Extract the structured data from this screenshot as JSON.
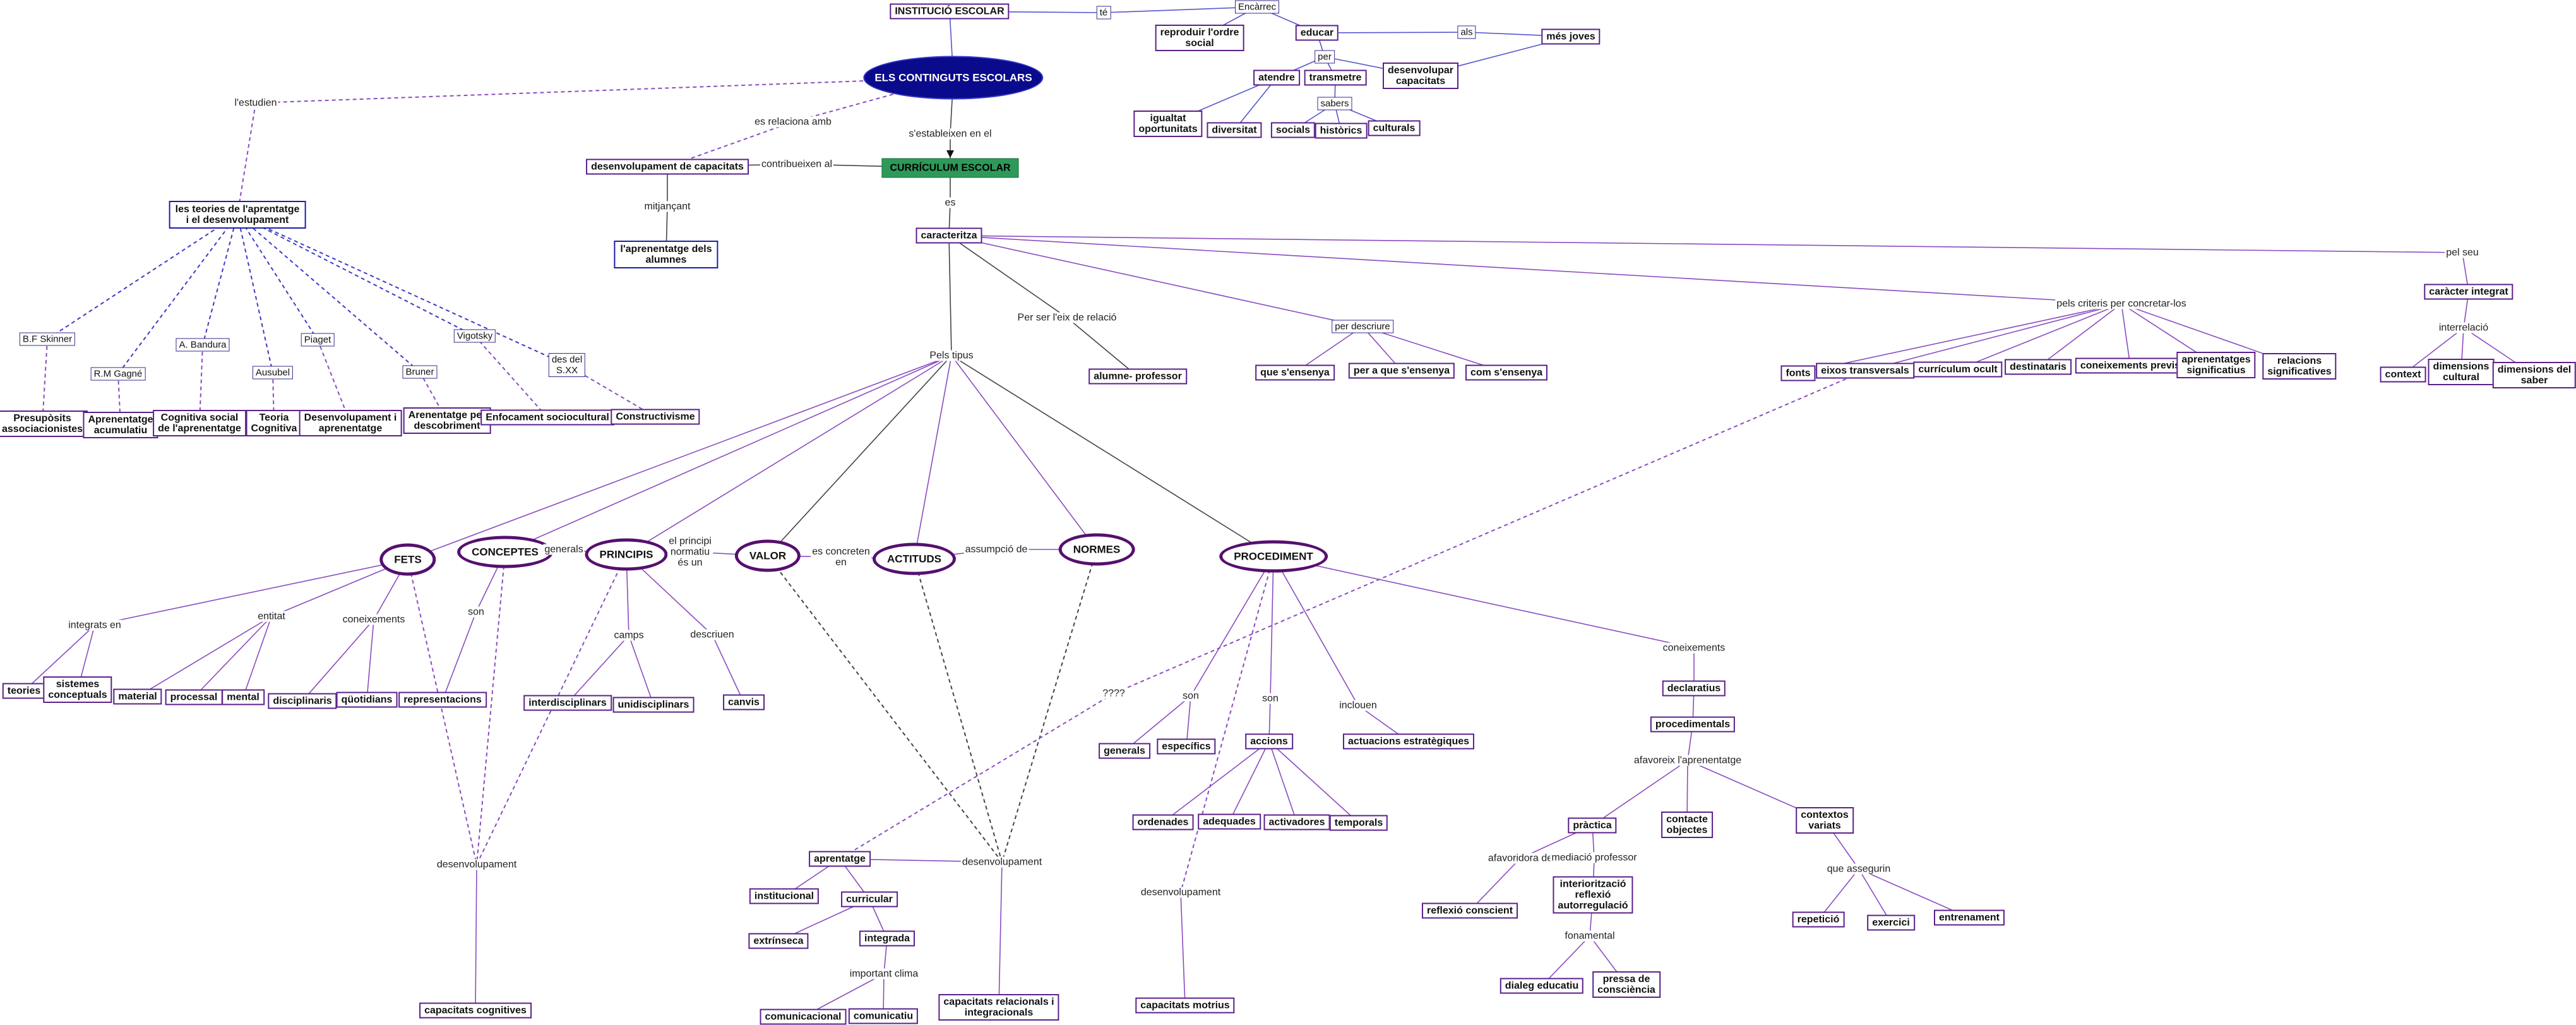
{
  "concept_map": {
    "nodes": [
      {
        "id": "n_inst",
        "text": "INSTITUCIÓ ESCOLAR",
        "style": "box"
      },
      {
        "id": "n_te",
        "text": "té",
        "style": "boxsm"
      },
      {
        "id": "n_encarrec",
        "text": "Encàrrec",
        "style": "boxsm"
      },
      {
        "id": "n_reproduir",
        "text": "reproduir l'ordre\nsocial",
        "style": "box"
      },
      {
        "id": "n_educar",
        "text": "educar",
        "style": "box"
      },
      {
        "id": "n_als",
        "text": "als",
        "style": "boxsm"
      },
      {
        "id": "n_mesjoves",
        "text": "més joves",
        "style": "box"
      },
      {
        "id": "n_per1",
        "text": "per",
        "style": "boxsm"
      },
      {
        "id": "n_atendre",
        "text": "atendre",
        "style": "box"
      },
      {
        "id": "n_transmetre",
        "text": "transmetre",
        "style": "box"
      },
      {
        "id": "n_desenvcap",
        "text": "desenvolupar\ncapacitats",
        "style": "box"
      },
      {
        "id": "n_sabers",
        "text": "sabers",
        "style": "boxsm"
      },
      {
        "id": "n_igualtat",
        "text": "igualtat\noportunitats",
        "style": "box"
      },
      {
        "id": "n_diversitat",
        "text": "diversitat",
        "style": "box"
      },
      {
        "id": "n_socials",
        "text": "socials",
        "style": "box"
      },
      {
        "id": "n_historics",
        "text": "històrics",
        "style": "box"
      },
      {
        "id": "n_culturals",
        "text": "culturals",
        "style": "box"
      },
      {
        "id": "n_main",
        "text": "ELS CONTINGUTS ESCOLARS",
        "style": "main"
      },
      {
        "id": "l_estudien",
        "text": "l'estudien",
        "style": "lbl"
      },
      {
        "id": "l_relaciona",
        "text": "es relaciona amb",
        "style": "lbl"
      },
      {
        "id": "l_estableixen",
        "text": "s'estableixen en el",
        "style": "lbl"
      },
      {
        "id": "n_desenvcap2",
        "text": "desenvolupament de capacitats",
        "style": "box"
      },
      {
        "id": "l_contribueixen",
        "text": "contribueixen al",
        "style": "lbl"
      },
      {
        "id": "n_curriculum",
        "text": "CURRÍCULUM ESCOLAR",
        "style": "green"
      },
      {
        "id": "l_mitjancant",
        "text": "mitjançant",
        "style": "lbl"
      },
      {
        "id": "n_aprenentatge",
        "text": "l'aprenentatge dels\nalumnes",
        "style": "boxb"
      },
      {
        "id": "l_es",
        "text": "es",
        "style": "lbl"
      },
      {
        "id": "n_teories",
        "text": "les teories de l'aprentatge\ni el desenvolupament",
        "style": "boxb"
      },
      {
        "id": "n_caracteritza",
        "text": "caracteritza",
        "style": "box"
      },
      {
        "id": "n_skinner",
        "text": "B.F Skinner",
        "style": "boxsm"
      },
      {
        "id": "n_gagne",
        "text": "R.M Gagné",
        "style": "boxsm"
      },
      {
        "id": "n_bandura",
        "text": "A. Bandura",
        "style": "boxsm"
      },
      {
        "id": "n_piaget",
        "text": "Piaget",
        "style": "boxsm"
      },
      {
        "id": "n_ausubel",
        "text": "Ausubel",
        "style": "boxsm"
      },
      {
        "id": "n_bruner",
        "text": "Bruner",
        "style": "boxsm"
      },
      {
        "id": "n_vigotsky",
        "text": "Vigotsky",
        "style": "boxsm"
      },
      {
        "id": "n_desdel",
        "text": "des del\nS.XX",
        "style": "boxsm"
      },
      {
        "id": "n_presuposits",
        "text": "Presupòsits\nassociacionistes",
        "style": "box"
      },
      {
        "id": "n_aprenacum",
        "text": "Aprenentatge\nacumulatiu",
        "style": "box"
      },
      {
        "id": "n_cognsocial",
        "text": "Cognitiva social\nde l'aprenentatge",
        "style": "box"
      },
      {
        "id": "n_teoriacog",
        "text": "Teoria\nCognitiva",
        "style": "box"
      },
      {
        "id": "n_desenvapren",
        "text": "Desenvolupament i\naprenentatge",
        "style": "box"
      },
      {
        "id": "n_aprendesc",
        "text": "Arenentatge per\ndescobriment",
        "style": "box"
      },
      {
        "id": "n_enfocament",
        "text": "Enfocament sociocultural",
        "style": "box"
      },
      {
        "id": "n_construct",
        "text": "Constructivisme",
        "style": "box"
      },
      {
        "id": "l_pertipus",
        "text": "Pels tipus",
        "style": "lbl"
      },
      {
        "id": "l_eixrelacio",
        "text": "Per ser l'eix de relació",
        "style": "lbl"
      },
      {
        "id": "n_alumneprof",
        "text": "alumne- professor",
        "style": "box"
      },
      {
        "id": "n_perdescriure",
        "text": "per descriure",
        "style": "boxsm"
      },
      {
        "id": "n_queensenya",
        "text": "que s'ensenya",
        "style": "box"
      },
      {
        "id": "n_peraque",
        "text": "per a que s'ensenya",
        "style": "box"
      },
      {
        "id": "n_comensenya",
        "text": "com s'ensenya",
        "style": "box"
      },
      {
        "id": "l_criteris",
        "text": "pels criteris per concretar-los",
        "style": "lbl"
      },
      {
        "id": "l_pelseu",
        "text": "pel seu",
        "style": "lbl"
      },
      {
        "id": "n_caracter",
        "text": "caràcter integrat",
        "style": "box"
      },
      {
        "id": "l_interrelacio",
        "text": "interrelació",
        "style": "lbl"
      },
      {
        "id": "n_context",
        "text": "context",
        "style": "box"
      },
      {
        "id": "n_dimcultura",
        "text": "dimensions\ncultural",
        "style": "box"
      },
      {
        "id": "n_dimsaber",
        "text": "dimensions del\nsaber",
        "style": "box"
      },
      {
        "id": "n_fonts",
        "text": "fonts",
        "style": "box"
      },
      {
        "id": "n_eixos",
        "text": "eixos transversals",
        "style": "box"
      },
      {
        "id": "n_curocult",
        "text": "currículum ocult",
        "style": "box"
      },
      {
        "id": "n_destinataris",
        "text": "destinataris",
        "style": "box"
      },
      {
        "id": "n_conprevis",
        "text": "coneixements previs",
        "style": "box"
      },
      {
        "id": "n_aprensig",
        "text": "aprenentatges\nsignificatius",
        "style": "box"
      },
      {
        "id": "n_relsig",
        "text": "relacions\nsignificatives",
        "style": "box"
      },
      {
        "id": "n_fets",
        "text": "FETS",
        "style": "ell"
      },
      {
        "id": "n_conceptes",
        "text": "CONCEPTES",
        "style": "ell"
      },
      {
        "id": "l_generals",
        "text": "generals",
        "style": "lbl"
      },
      {
        "id": "n_principis",
        "text": "PRINCIPIS",
        "style": "ell"
      },
      {
        "id": "l_principi",
        "text": "el principi\nnormatiu\nés un",
        "style": "lbl"
      },
      {
        "id": "n_valor",
        "text": "VALOR",
        "style": "ell"
      },
      {
        "id": "l_concreten",
        "text": "es concreten\nen",
        "style": "lbl"
      },
      {
        "id": "n_actituds",
        "text": "ACTITUDS",
        "style": "ell"
      },
      {
        "id": "l_assumpcio",
        "text": "assumpció de",
        "style": "lbl"
      },
      {
        "id": "n_normes",
        "text": "NORMES",
        "style": "ell"
      },
      {
        "id": "n_procediment",
        "text": "PROCEDIMENT",
        "style": "ell"
      },
      {
        "id": "l_integrats",
        "text": "integrats en",
        "style": "lbl"
      },
      {
        "id": "l_entitat",
        "text": "entitat",
        "style": "lbl"
      },
      {
        "id": "l_coneixements1",
        "text": "coneixements",
        "style": "lbl"
      },
      {
        "id": "l_son1",
        "text": "son",
        "style": "lbl"
      },
      {
        "id": "l_camps",
        "text": "camps",
        "style": "lbl"
      },
      {
        "id": "l_descriuen",
        "text": "descriuen",
        "style": "lbl"
      },
      {
        "id": "n_teories2",
        "text": "teories",
        "style": "box"
      },
      {
        "id": "n_sistemes",
        "text": "sistemes\nconceptuals",
        "style": "box"
      },
      {
        "id": "n_material",
        "text": "material",
        "style": "box"
      },
      {
        "id": "n_processal",
        "text": "processal",
        "style": "box"
      },
      {
        "id": "n_mental",
        "text": "mental",
        "style": "box"
      },
      {
        "id": "n_disciplinaris",
        "text": "disciplinaris",
        "style": "box"
      },
      {
        "id": "n_quotidians",
        "text": "qüotidians",
        "style": "box"
      },
      {
        "id": "n_representacions",
        "text": "representacions",
        "style": "box"
      },
      {
        "id": "n_interdisc",
        "text": "interdisciplinars",
        "style": "box"
      },
      {
        "id": "n_unidisc",
        "text": "unidisciplinars",
        "style": "box"
      },
      {
        "id": "n_canvis",
        "text": "canvis",
        "style": "box"
      },
      {
        "id": "l_quatre",
        "text": "????",
        "style": "lbl"
      },
      {
        "id": "l_son2",
        "text": "son",
        "style": "lbl"
      },
      {
        "id": "l_son3",
        "text": "son",
        "style": "lbl"
      },
      {
        "id": "l_inclouen",
        "text": "inclouen",
        "style": "lbl"
      },
      {
        "id": "l_coneixements2",
        "text": "coneixements",
        "style": "lbl"
      },
      {
        "id": "n_generals",
        "text": "generals",
        "style": "box"
      },
      {
        "id": "n_especifics",
        "text": "específics",
        "style": "box"
      },
      {
        "id": "n_accions",
        "text": "accions",
        "style": "box"
      },
      {
        "id": "n_actestrat",
        "text": "actuacions estratègiques",
        "style": "box"
      },
      {
        "id": "n_declaratius",
        "text": "declaratius",
        "style": "box"
      },
      {
        "id": "n_procedimentals",
        "text": "procedimentals",
        "style": "box"
      },
      {
        "id": "l_afavoreix",
        "text": "afavoreix l'aprenentatge",
        "style": "lbl"
      },
      {
        "id": "n_ordenades",
        "text": "ordenades",
        "style": "box"
      },
      {
        "id": "n_adequades",
        "text": "adequades",
        "style": "box"
      },
      {
        "id": "n_activadores",
        "text": "activadores",
        "style": "box"
      },
      {
        "id": "n_temporals",
        "text": "temporals",
        "style": "box"
      },
      {
        "id": "n_practica",
        "text": "pràctica",
        "style": "box"
      },
      {
        "id": "n_contacte",
        "text": "contacte\nobjectes",
        "style": "box"
      },
      {
        "id": "n_contextos",
        "text": "contextos\nvariats",
        "style": "box"
      },
      {
        "id": "l_afavoridora",
        "text": "afavoridora de",
        "style": "lbl"
      },
      {
        "id": "l_mediacio",
        "text": "mediació professor",
        "style": "lbl"
      },
      {
        "id": "l_queasseg",
        "text": "que assegurin",
        "style": "lbl"
      },
      {
        "id": "n_reflexio",
        "text": "reflexió conscient",
        "style": "box"
      },
      {
        "id": "n_interior",
        "text": "interiorització\nreflexió\nautorregulació",
        "style": "box"
      },
      {
        "id": "l_fonamental",
        "text": "fonamental",
        "style": "lbl"
      },
      {
        "id": "n_dialeg",
        "text": "dialeg educatiu",
        "style": "box"
      },
      {
        "id": "n_pressa",
        "text": "pressa de\nconsciència",
        "style": "box"
      },
      {
        "id": "n_repeticio",
        "text": "repetició",
        "style": "box"
      },
      {
        "id": "n_exercici",
        "text": "exercici",
        "style": "box"
      },
      {
        "id": "n_entrenament",
        "text": "entrenament",
        "style": "box"
      },
      {
        "id": "l_desenv1",
        "text": "desenvolupament",
        "style": "lbl"
      },
      {
        "id": "n_capcog",
        "text": "capacitats cognitives",
        "style": "box"
      },
      {
        "id": "n_aprentatge",
        "text": "aprentatge",
        "style": "box"
      },
      {
        "id": "l_desenv2",
        "text": "desenvolupament",
        "style": "lbl"
      },
      {
        "id": "n_institucional",
        "text": "institucional",
        "style": "box"
      },
      {
        "id": "n_curricular",
        "text": "curricular",
        "style": "box"
      },
      {
        "id": "n_extrinseca",
        "text": "extrínseca",
        "style": "box"
      },
      {
        "id": "n_integrada",
        "text": "integrada",
        "style": "box"
      },
      {
        "id": "l_important",
        "text": "important clima",
        "style": "lbl"
      },
      {
        "id": "n_comunicacional",
        "text": "comunicacional",
        "style": "box"
      },
      {
        "id": "n_comunicatiu",
        "text": "comunicatiu",
        "style": "box"
      },
      {
        "id": "n_caprel",
        "text": "capacitats relacionals i\nintegracionals",
        "style": "box"
      },
      {
        "id": "l_desenv3",
        "text": "desenvolupament",
        "style": "lbl"
      },
      {
        "id": "n_capmotrius",
        "text": "capacitats motrius",
        "style": "box"
      }
    ],
    "colors": {
      "purple": "#7a3fb0",
      "blue": "#3a3ac8",
      "dark": "#444444",
      "main_fill": "#0a0a8c",
      "curriculum_fill": "#2e9a59"
    }
  }
}
